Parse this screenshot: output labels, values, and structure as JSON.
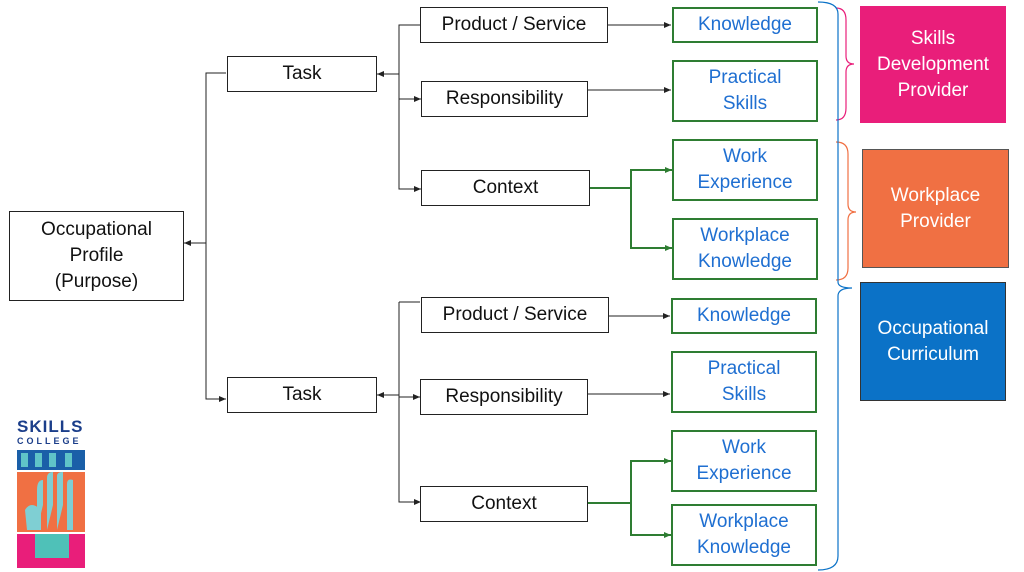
{
  "root": {
    "label": "Occupational\nProfile\n(Purpose)"
  },
  "groups": [
    {
      "task": "Task",
      "items": [
        {
          "label": "Product / Service",
          "outcomes": [
            "Knowledge"
          ]
        },
        {
          "label": "Responsibility",
          "outcomes": [
            "Practical\nSkills"
          ]
        },
        {
          "label": "Context",
          "outcomes": [
            "Work\nExperience",
            "Workplace\nKnowledge"
          ]
        }
      ]
    },
    {
      "task": "Task",
      "items": [
        {
          "label": "Product / Service",
          "outcomes": [
            "Knowledge"
          ]
        },
        {
          "label": "Responsibility",
          "outcomes": [
            "Practical\nSkills"
          ]
        },
        {
          "label": "Context",
          "outcomes": [
            "Work\nExperience",
            "Workplace\nKnowledge"
          ]
        }
      ]
    }
  ],
  "providers": [
    {
      "label": "Skills\nDevelopment\nProvider",
      "color": "#e91e7a"
    },
    {
      "label": "Workplace\nProvider",
      "color": "#f07043"
    },
    {
      "label": "Occupational\nCurriculum",
      "color": "#0b72c7"
    }
  ],
  "colors": {
    "bracket_pink": "#e91e7a",
    "bracket_orange": "#f07043",
    "bracket_blue": "#0b72c7",
    "connector_green": "#2e7d32",
    "connector_black": "#222222"
  },
  "logo": {
    "word": "SKILLS",
    "sub": "COLLEGE"
  }
}
